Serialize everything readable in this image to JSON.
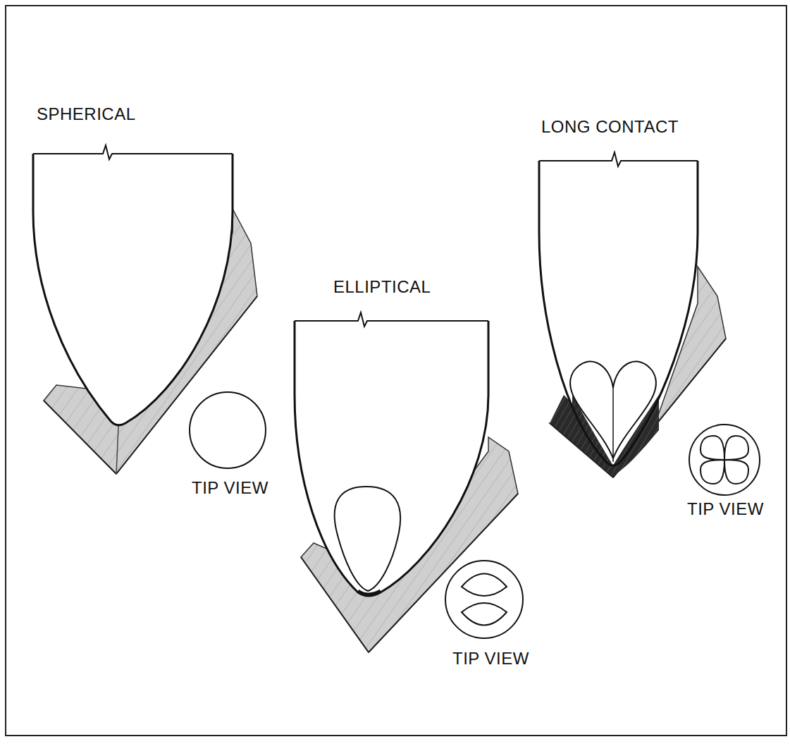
{
  "diagram": {
    "labels": [
      "SPHERICAL",
      "LONG CONTACT",
      "ELLIPTICAL",
      "TIP VIEW",
      "TIP VIEW",
      "TIP VIEW"
    ]
  }
}
